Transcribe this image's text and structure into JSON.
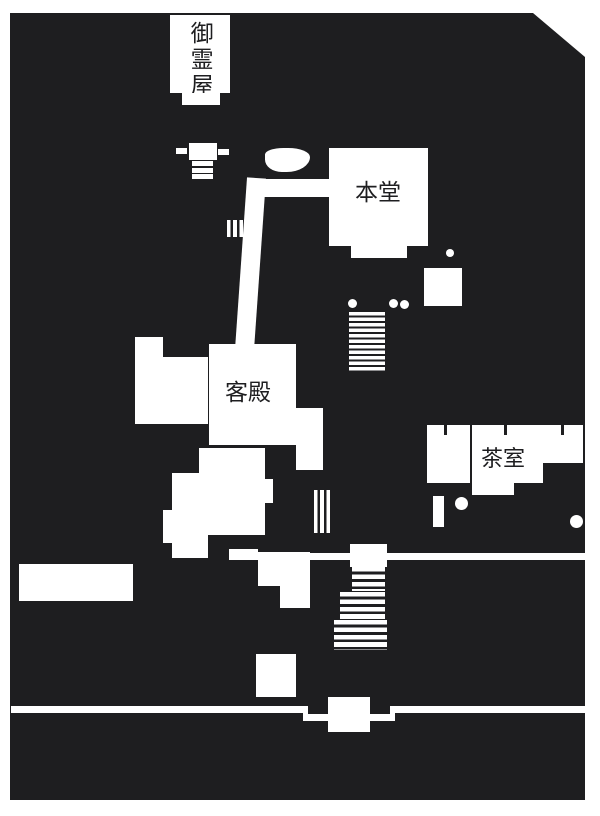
{
  "map": {
    "title": "temple-grounds-site-plan",
    "colors": {
      "ground": "#1e1e20",
      "structure": "#ffffff"
    },
    "buildings": {
      "goreiya": {
        "label": "御霊屋"
      },
      "hondo": {
        "label": "本堂"
      },
      "kyakuden": {
        "label": "客殿"
      },
      "chashitsu": {
        "label": "茶室"
      }
    }
  }
}
